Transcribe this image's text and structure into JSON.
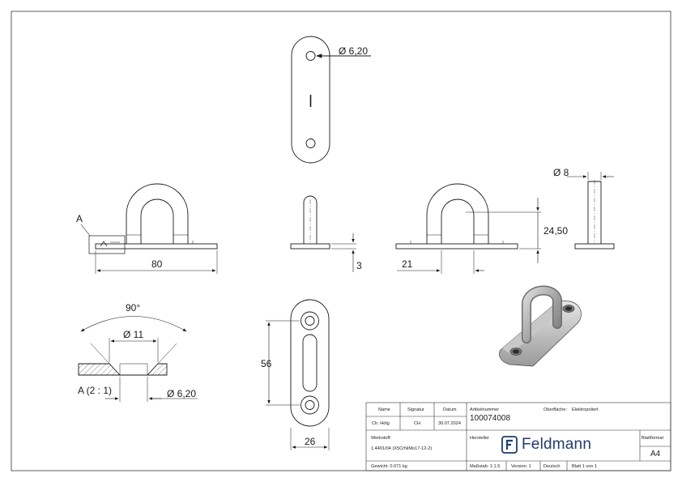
{
  "dimensions": {
    "hole_top": "Ø 6,20",
    "diameter_8": "Ø 8",
    "height_24_50": "24,50",
    "plate_thickness": "3",
    "hole_offset": "21",
    "total_length": "80",
    "hole_spacing": "56",
    "plate_width": "26",
    "angle": "90°",
    "countersink": "Ø 11",
    "detail_hole": "Ø 6,20"
  },
  "labels": {
    "section_a": "A",
    "detail_title": "A (2 : 1)"
  },
  "title_block": {
    "name_header": "Name",
    "signature_header": "Signatur",
    "date_header": "Datum",
    "name_value": "Ch. Hölg",
    "signature_value": "CH",
    "date_value": "30.07.2024",
    "article_label": "Artikelnummer",
    "article_number": "100074008",
    "surface_label": "Oberfläche:",
    "surface_value": "Elektropoliert",
    "material_label": "Werkstoff:",
    "material_value": "1.4401/04 (X5CrNiMo17-12-2)",
    "manufacturer_label": "Hersteller",
    "brand": "Feldmann",
    "brand_icon": "feldmann-f-logo-icon",
    "format_label": "Blattformat",
    "format_value": "A4",
    "weight": "Gewicht: 0.071 kg",
    "scale": "Maßstab: 1:1.5",
    "version": "Version: 1",
    "language": "Deutsch",
    "sheet": "Blatt 1 von 1"
  }
}
